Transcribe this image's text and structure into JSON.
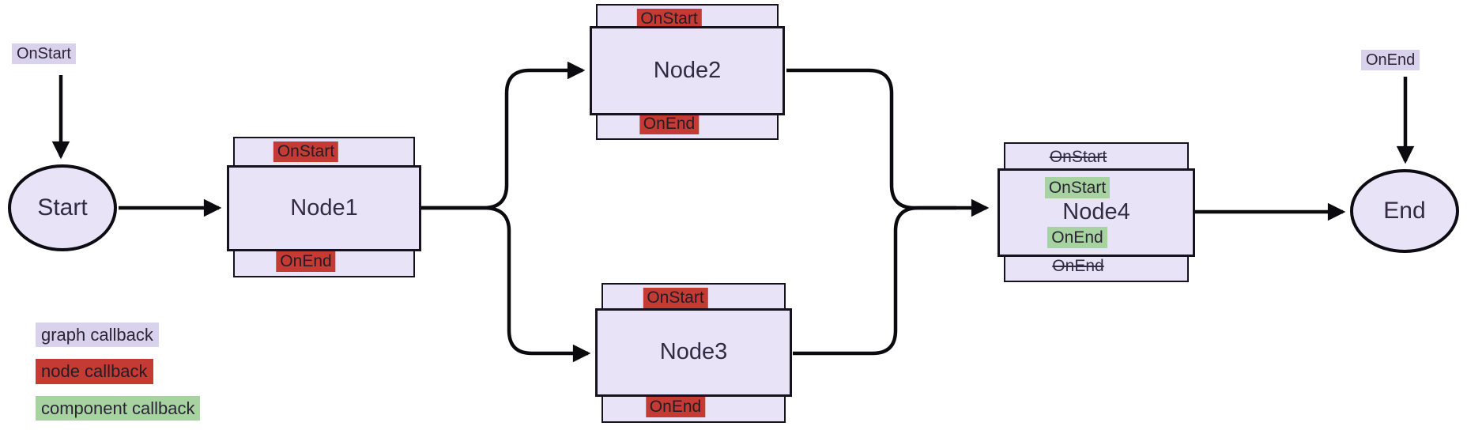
{
  "diagram": {
    "kind": "graph-callbacks-flow",
    "graph_labels": {
      "onstart": "OnStart",
      "onend": "OnEnd"
    },
    "terminals": {
      "start": "Start",
      "end": "End"
    },
    "nodes": [
      {
        "title": "Node1",
        "band_top": "OnStart",
        "band_bottom": "OnEnd"
      },
      {
        "title": "Node2",
        "band_top": "OnStart",
        "band_bottom": "OnEnd"
      },
      {
        "title": "Node3",
        "band_top": "OnStart",
        "band_bottom": "OnEnd"
      },
      {
        "title": "Node4",
        "band_top": "OnStart",
        "band_bottom": "OnEnd",
        "inner_top": "OnStart",
        "inner_bottom": "OnEnd"
      }
    ],
    "legend": [
      {
        "label": "graph callback",
        "color": "#d8d2ec"
      },
      {
        "label": "node callback",
        "color": "#c43b33"
      },
      {
        "label": "component callback",
        "color": "#a6d3a0"
      }
    ],
    "palette": {
      "node_fill": "#e9e3f8",
      "node_border": "#16131e",
      "arrow": "#0b0a0e",
      "text": "#322c42",
      "graph_callback_bg": "#d8d2ec",
      "node_callback_bg": "#c43b33",
      "component_callback_bg": "#a6d3a0"
    }
  }
}
